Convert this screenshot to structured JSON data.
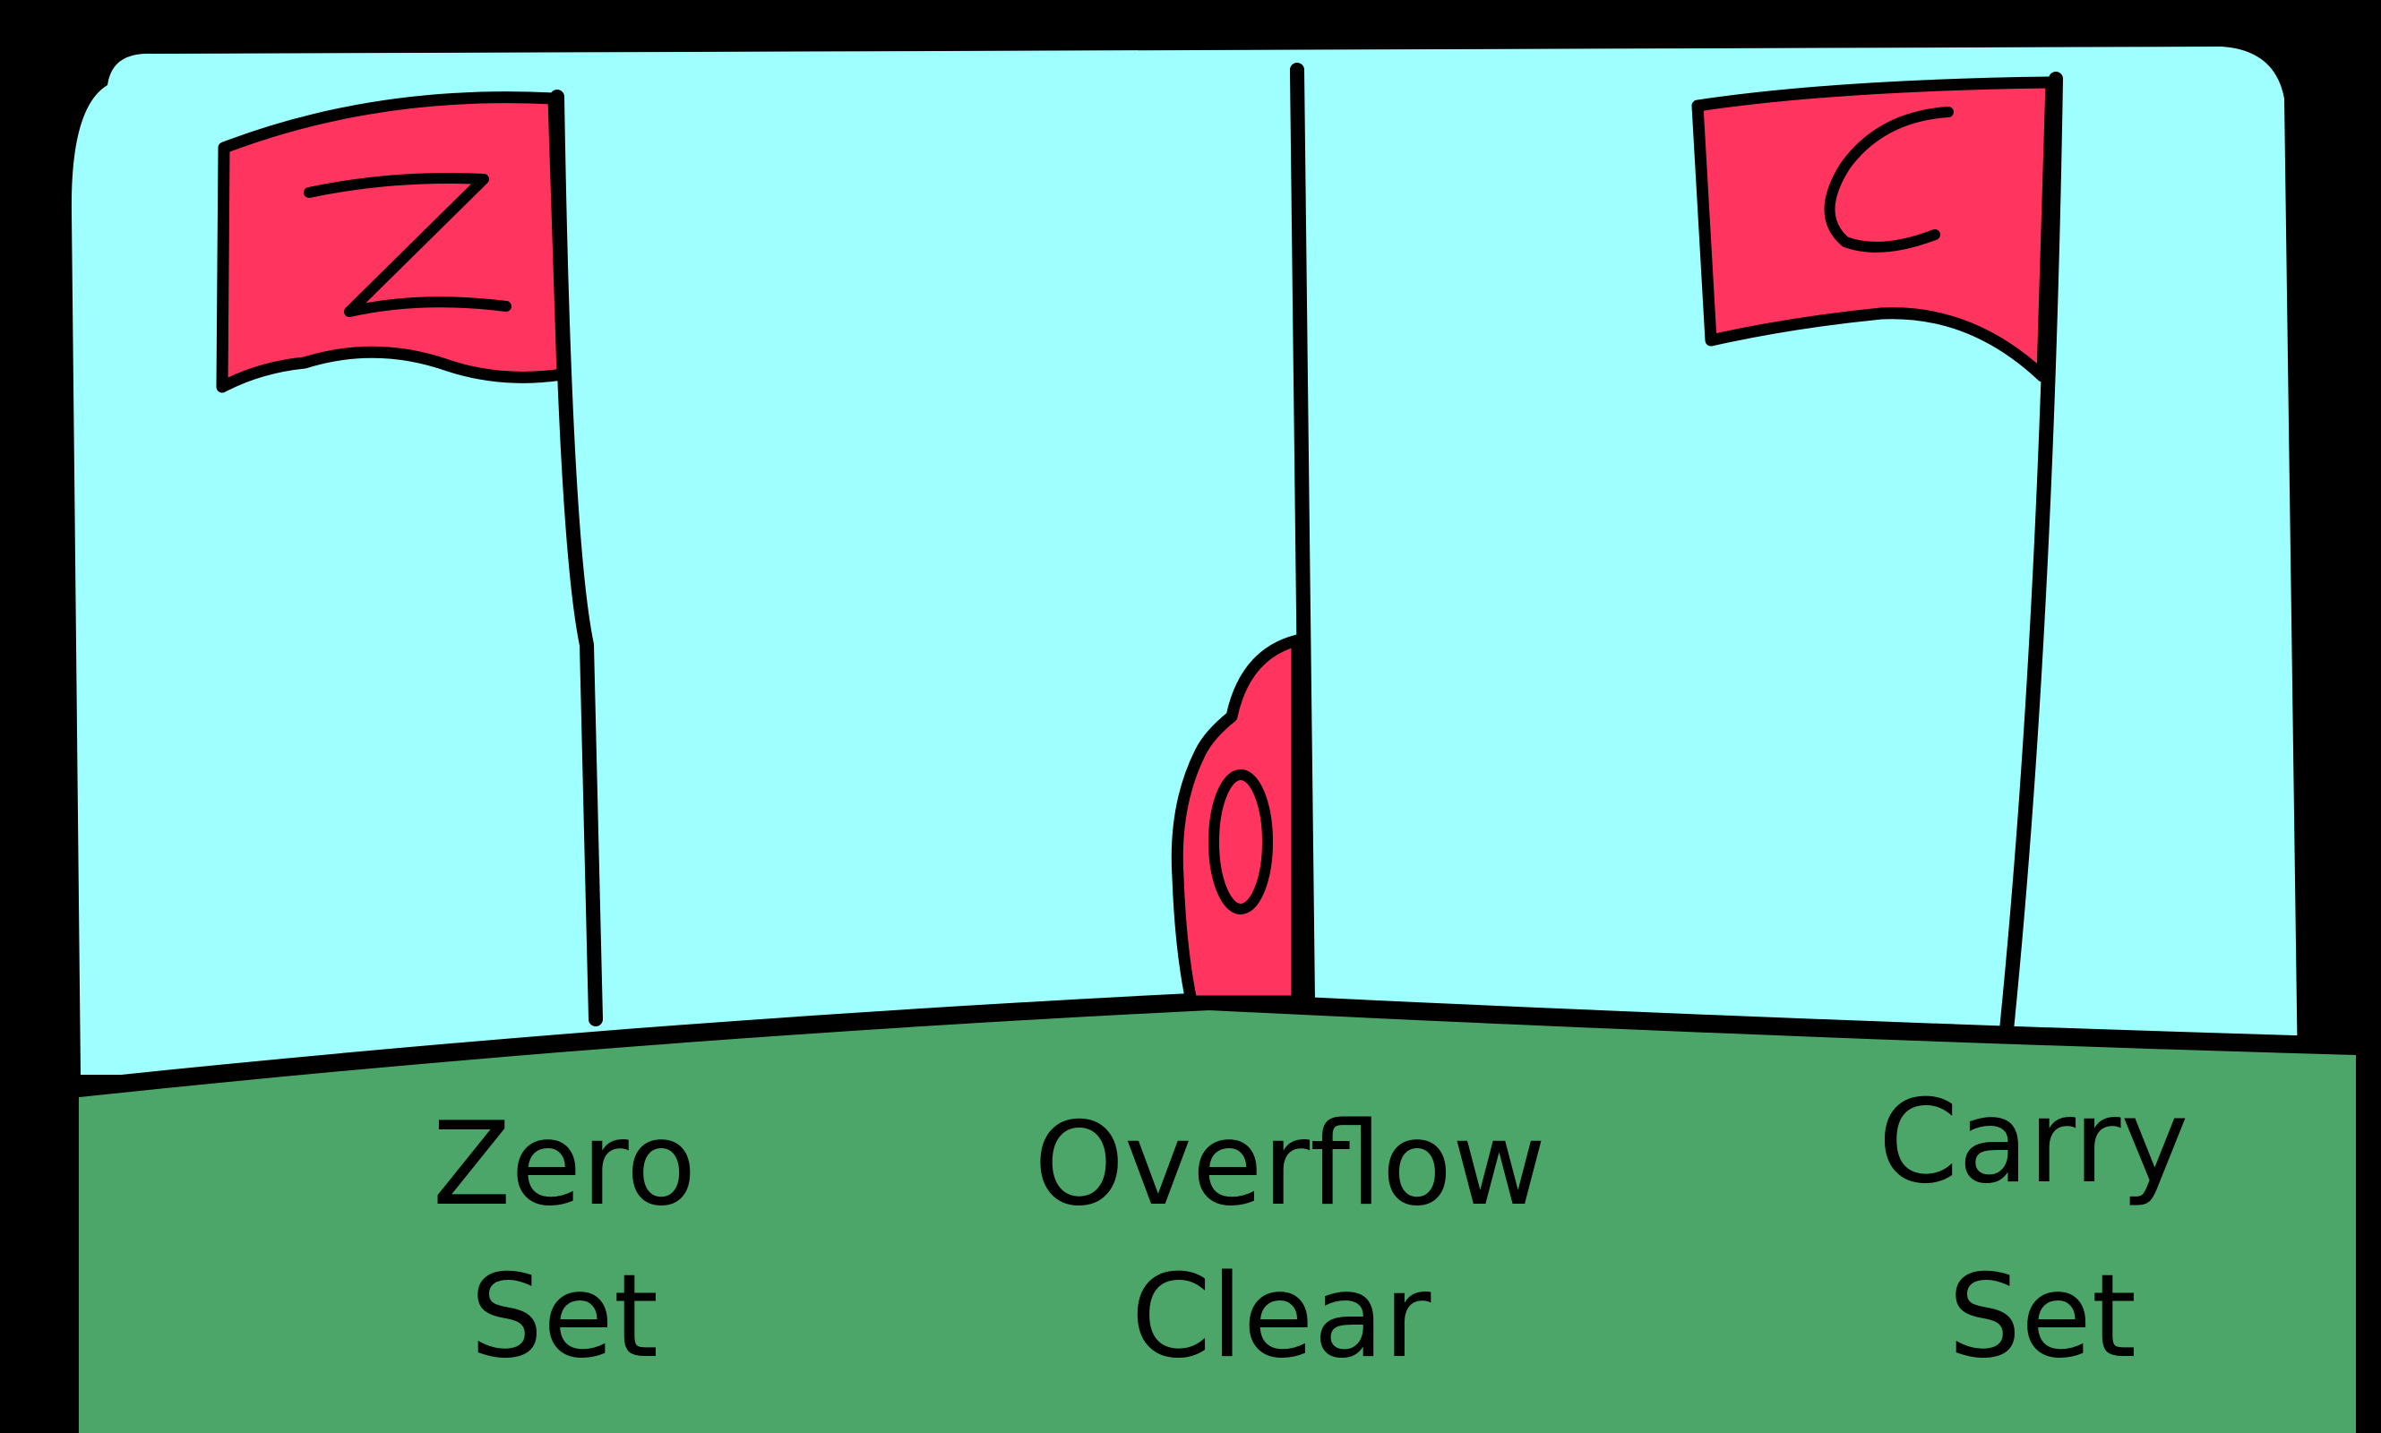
{
  "flags": [
    {
      "letter": "Z",
      "label_line1": "Zero",
      "label_line2": "Set",
      "state": "raised"
    },
    {
      "letter": "O",
      "label_line1": "Overflow",
      "label_line2": "Clear",
      "state": "lowered"
    },
    {
      "letter": "C",
      "label_line1": "Carry",
      "label_line2": "Set",
      "state": "raised"
    }
  ],
  "colors": {
    "sky": "#9FFFFF",
    "grass": "#4CA66A",
    "flag": "#FF3560",
    "outline": "#000000"
  }
}
